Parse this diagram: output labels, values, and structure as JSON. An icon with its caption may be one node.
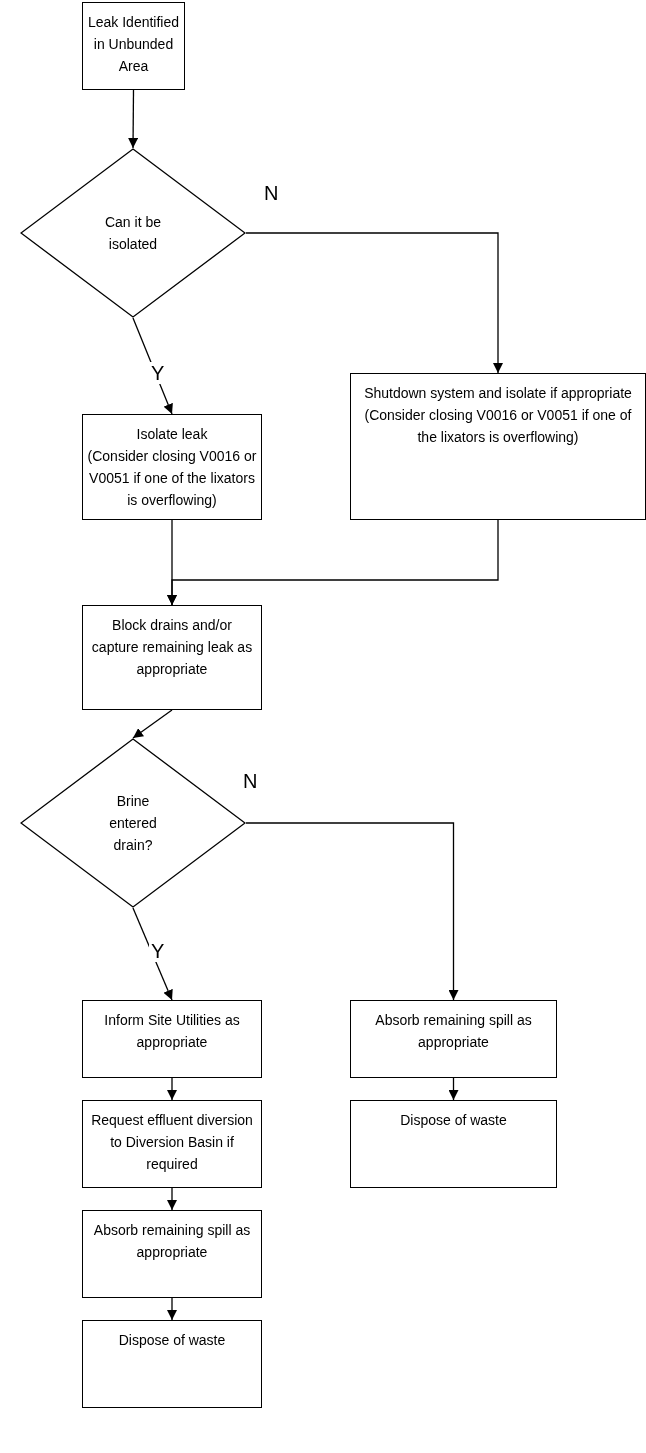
{
  "diagram": {
    "nodes": [
      {
        "text": [
          "Leak Identified in Unbunded Area"
        ]
      },
      {
        "text": [
          "Can it be isolated"
        ]
      },
      {
        "text": [
          "Isolate leak",
          "(Consider closing V0016 or V0051 if one of the lixators is overflowing)"
        ]
      },
      {
        "text": [
          "Shutdown system and isolate if appropriate",
          "(Consider closing V0016 or V0051 if one of the lixators is overflowing)"
        ]
      },
      {
        "text": [
          "Block drains and/or capture remaining leak as appropriate"
        ]
      },
      {
        "text": [
          "Brine entered drain?"
        ]
      },
      {
        "text": [
          "Inform Site Utilities as appropriate"
        ]
      },
      {
        "text": [
          "Request effluent diversion to Diversion Basin if required"
        ]
      },
      {
        "text": [
          "Absorb remaining spill as appropriate"
        ]
      },
      {
        "text": [
          "Dispose of waste"
        ]
      },
      {
        "text": [
          "Absorb remaining spill as appropriate"
        ]
      },
      {
        "text": [
          "Dispose of waste"
        ]
      }
    ],
    "edges": [
      {
        "from": 0,
        "to": 1,
        "arrow": "to"
      },
      {
        "from": 1,
        "to": 3,
        "arrow": "to",
        "label": "N"
      },
      {
        "from": 1,
        "to": 2,
        "arrow": "to",
        "label": "Y"
      },
      {
        "from": 2,
        "to": 4,
        "arrow": "to"
      },
      {
        "from": 3,
        "to": 4,
        "arrow": "to"
      },
      {
        "from": 4,
        "to": 5,
        "arrow": "to"
      },
      {
        "from": 5,
        "to": 10,
        "arrow": "to",
        "label": "N"
      },
      {
        "from": 5,
        "to": 6,
        "arrow": "to",
        "label": "Y"
      },
      {
        "from": 6,
        "to": 7,
        "arrow": "to"
      },
      {
        "from": 7,
        "to": 8,
        "arrow": "to"
      },
      {
        "from": 8,
        "to": 9,
        "arrow": "to"
      },
      {
        "from": 10,
        "to": 11,
        "arrow": "to"
      }
    ]
  }
}
